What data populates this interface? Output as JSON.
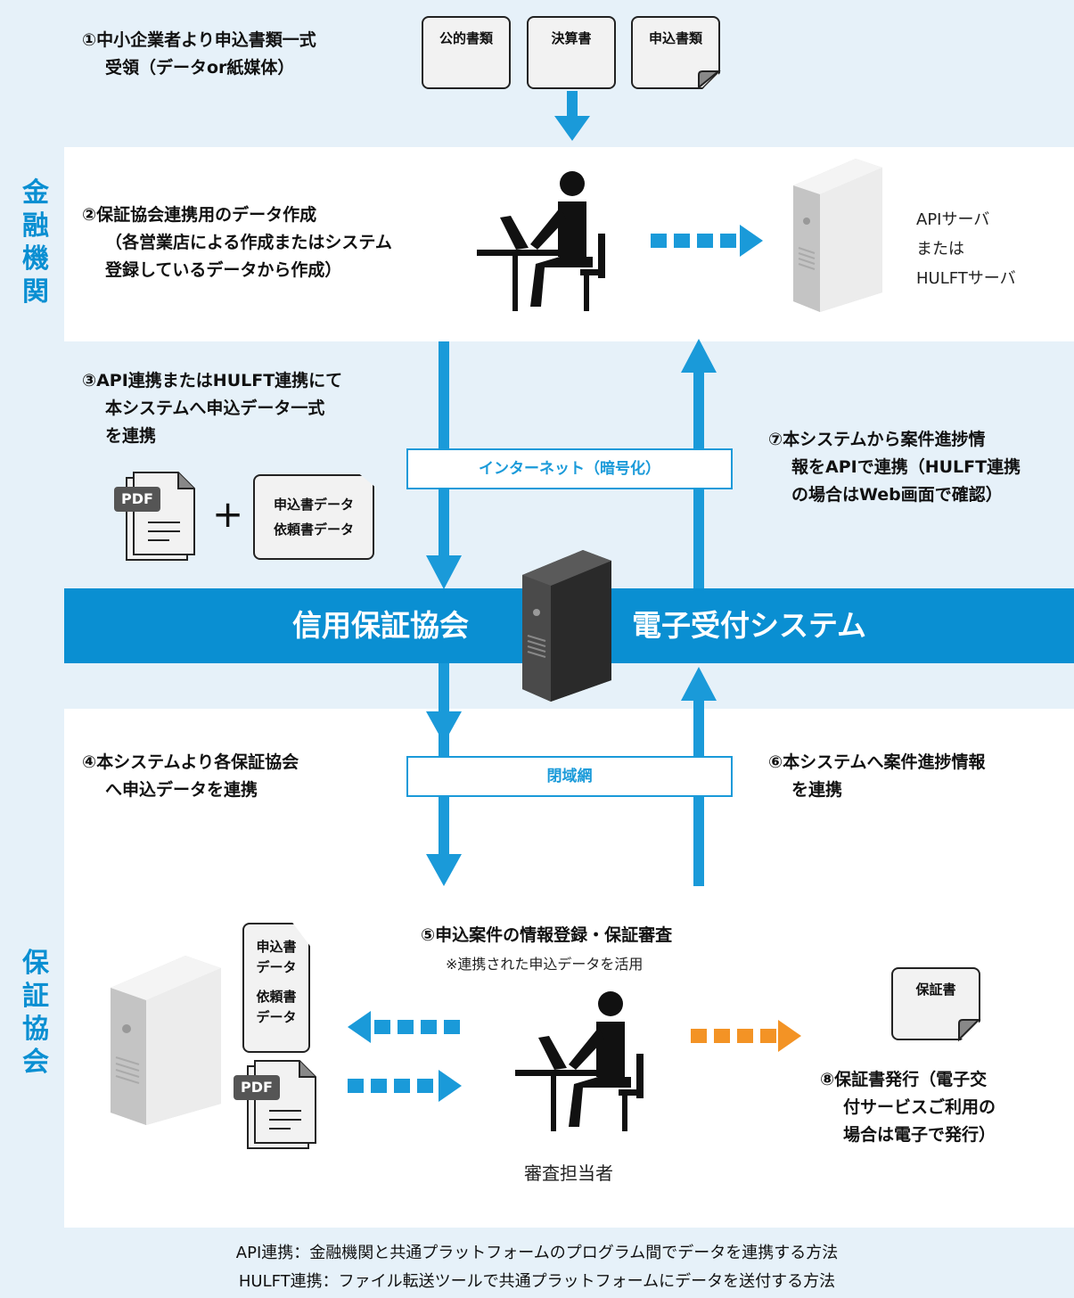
{
  "side_labels": {
    "top": "金融機関",
    "bottom": "保証協会"
  },
  "steps": {
    "s1": [
      "①中小企業者より申込書類一式",
      "受領（データor紙媒体）"
    ],
    "s2": [
      "②保証協会連携用のデータ作成",
      "（各営業店による作成またはシステム",
      "登録しているデータから作成）"
    ],
    "s3": [
      "③API連携またはHULFT連携にて",
      "本システムへ申込データ一式",
      "を連携"
    ],
    "s4": [
      "④本システムより各保証協会",
      "へ申込データを連携"
    ],
    "s5": "⑤申込案件の情報登録・保証審査",
    "s5_note": "※連携された申込データを活用",
    "s6": [
      "⑥本システムへ案件進捗情報",
      "を連携"
    ],
    "s7": [
      "⑦本システムから案件進捗情",
      "報をAPIで連携（HULFT連携",
      "の場合はWeb画面で確認）"
    ],
    "s8": [
      "⑧保証書発行（電子交",
      "付サービスご利用の",
      "場合は電子で発行）"
    ]
  },
  "documents": {
    "d1": "公的書類",
    "d2": "決算書",
    "d3": "申込書類"
  },
  "server_label": [
    "APIサーバ",
    "または",
    "HULFTサーバ"
  ],
  "network": {
    "internet": "インターネット（暗号化）",
    "closed": "閉域網"
  },
  "data_doc": [
    "申込書データ",
    "依頼書データ"
  ],
  "pdf_label": "PDF",
  "plus": "+",
  "main_bar": {
    "left": "信用保証協会",
    "right": "電子受付システム"
  },
  "guarantee_docs": {
    "top": [
      "申込書",
      "データ"
    ],
    "bottom": [
      "依頼書",
      "データ"
    ]
  },
  "guarantee_cert": "保証書",
  "reviewer": "審査担当者",
  "footer": [
    "API連携：金融機関と共通プラットフォームのプログラム間でデータを連携する方法",
    "HULFT連携：ファイル転送ツールで共通プラットフォームにデータを送付する方法"
  ],
  "colors": {
    "accent_blue": "#0a8fd2",
    "orange": "#f39325",
    "background": "#e6f1f9"
  }
}
